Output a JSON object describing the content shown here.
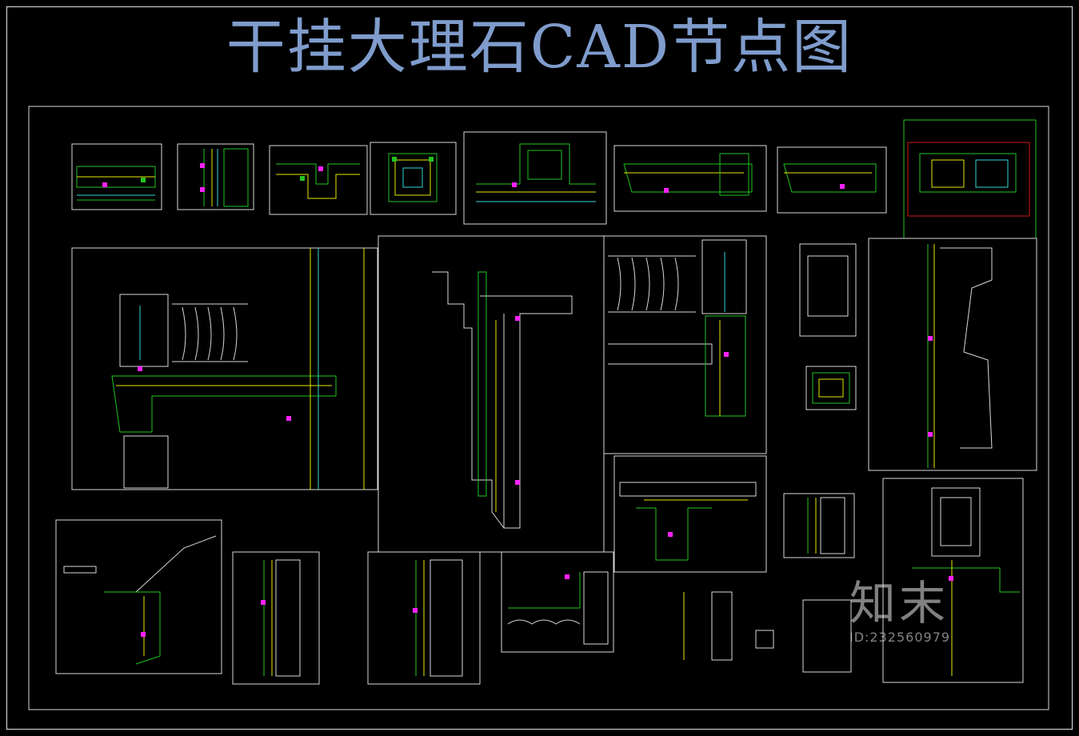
{
  "title": "干挂大理石CAD节点图",
  "watermark": {
    "logo": "知末",
    "id": "ID:232560979"
  },
  "colors": {
    "background": "#000000",
    "title": "#7f9ccc",
    "line_white": "#e6e6e6",
    "line_green": "#22c322",
    "line_yellow": "#e8e800",
    "line_cyan": "#35d6d6",
    "accent_magenta": "#ff22ff",
    "line_red": "#d01818"
  }
}
